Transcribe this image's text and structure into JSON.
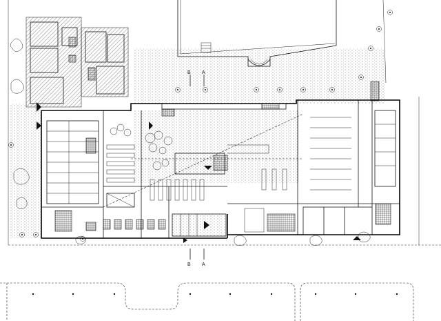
{
  "section_labels": {
    "top_b": "B",
    "top_a": "A",
    "bottom_b": "B",
    "bottom_a": "A"
  },
  "colors": {
    "ink": "#111111",
    "paper": "#ffffff"
  },
  "icons": [
    "north-arrow-icon",
    "tree-symbol-icon",
    "column-marker-icon",
    "level-marker-icon"
  ]
}
